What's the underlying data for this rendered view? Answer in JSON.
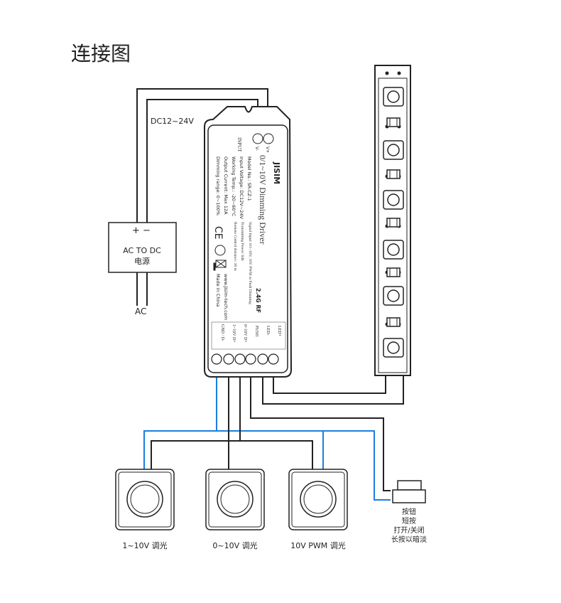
{
  "title": "连接图",
  "colors": {
    "wire_black": "#222222",
    "wire_blue": "#1a7fe0"
  },
  "power_supply": {
    "polarity": "+ −",
    "line1": "AC TO DC",
    "line2": "电源",
    "dc_label": "DC12~24V",
    "ac_label": "AC"
  },
  "driver": {
    "brand": "JISIM",
    "title": "0/1~10V Dimming Driver",
    "input_label": "INPUT",
    "vminus": "V-",
    "vplus": "V+",
    "specs": [
      "Model No.: SR-CZ-1",
      "Input Voltage: DC12V~24V",
      "Working Temp.: -20~60°C",
      "Output Current: Max 12A",
      "Dimming range: 0~100%"
    ],
    "signal": [
      "Signal Input: 0/1~10V, 10V PWM or Push Dimming",
      "Transmitting Power: 6db",
      "Remote Control distance: 30 m"
    ],
    "rf": "2.4G RF",
    "website": "www.jisim-tech.com",
    "made_in": "Made in China",
    "terminals": [
      "LED+",
      "LED-",
      "PUSH",
      "0~10V D+",
      "1~10V D+",
      "GND / D-"
    ]
  },
  "dimmers": [
    {
      "label": "1~10V 调光"
    },
    {
      "label": "0~10V 调光"
    },
    {
      "label": "10V PWM 调光"
    }
  ],
  "button": {
    "lines": [
      "按钮",
      "短按",
      "打开/关闭",
      "长按以暗淡"
    ]
  }
}
